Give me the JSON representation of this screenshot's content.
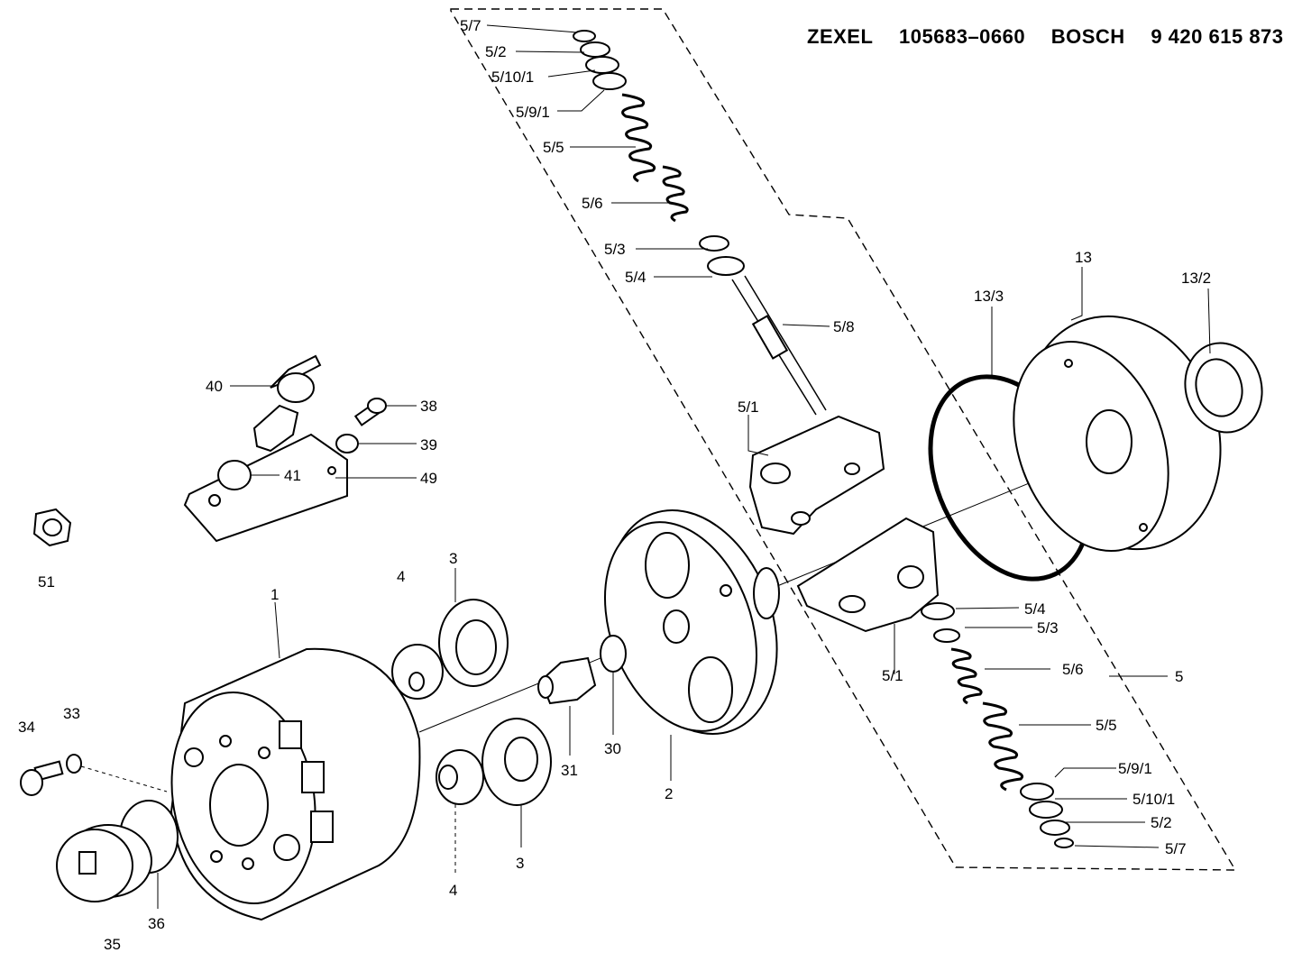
{
  "header": {
    "brand1": "ZEXEL",
    "code1": "105683–0660",
    "brand2": "BOSCH",
    "code2": "9 420 615 873"
  },
  "labels": {
    "l_5_7_top": "5/7",
    "l_5_2_top": "5/2",
    "l_5_10_1_top": "5/10/1",
    "l_5_9_1_top": "5/9/1",
    "l_5_5_top": "5/5",
    "l_5_6_top": "5/6",
    "l_5_3_top": "5/3",
    "l_5_4_top": "5/4",
    "l_5_8": "5/8",
    "l_5_1_top": "5/1",
    "l_13_3": "13/3",
    "l_13": "13",
    "l_13_2": "13/2",
    "l_40": "40",
    "l_38": "38",
    "l_39": "39",
    "l_41": "41",
    "l_49": "49",
    "l_51": "51",
    "l_1": "1",
    "l_4_top": "4",
    "l_3_top": "3",
    "l_5_4_bot": "5/4",
    "l_5_3_bot": "5/3",
    "l_5_6_bot": "5/6",
    "l_5": "5",
    "l_5_1_bot": "5/1",
    "l_5_5_bot": "5/5",
    "l_5_9_1_bot": "5/9/1",
    "l_5_10_1_bot": "5/10/1",
    "l_5_2_bot": "5/2",
    "l_5_7_bot": "5/7",
    "l_34": "34",
    "l_33": "33",
    "l_31": "31",
    "l_30": "30",
    "l_2": "2",
    "l_4_bot": "4",
    "l_3_bot": "3",
    "l_36": "36",
    "l_35": "35"
  }
}
